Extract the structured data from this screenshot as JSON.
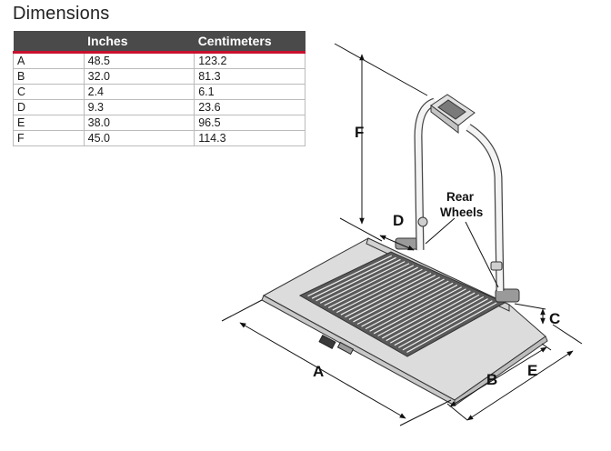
{
  "title": "Dimensions",
  "table": {
    "headers": [
      "",
      "Inches",
      "Centimeters"
    ],
    "rows": [
      [
        "A",
        "48.5",
        "123.2"
      ],
      [
        "B",
        "32.0",
        "81.3"
      ],
      [
        "C",
        "2.4",
        "6.1"
      ],
      [
        "D",
        "9.3",
        "23.6"
      ],
      [
        "E",
        "38.0",
        "96.5"
      ],
      [
        "F",
        "45.0",
        "114.3"
      ]
    ]
  },
  "callouts": {
    "a": "A",
    "b": "B",
    "c": "C",
    "d": "D",
    "e": "E",
    "f": "F",
    "rear_wheels_line1": "Rear",
    "rear_wheels_line2": "Wheels"
  },
  "colors": {
    "header_bg": "#4a4a4a",
    "header_rule": "#c8102e"
  }
}
